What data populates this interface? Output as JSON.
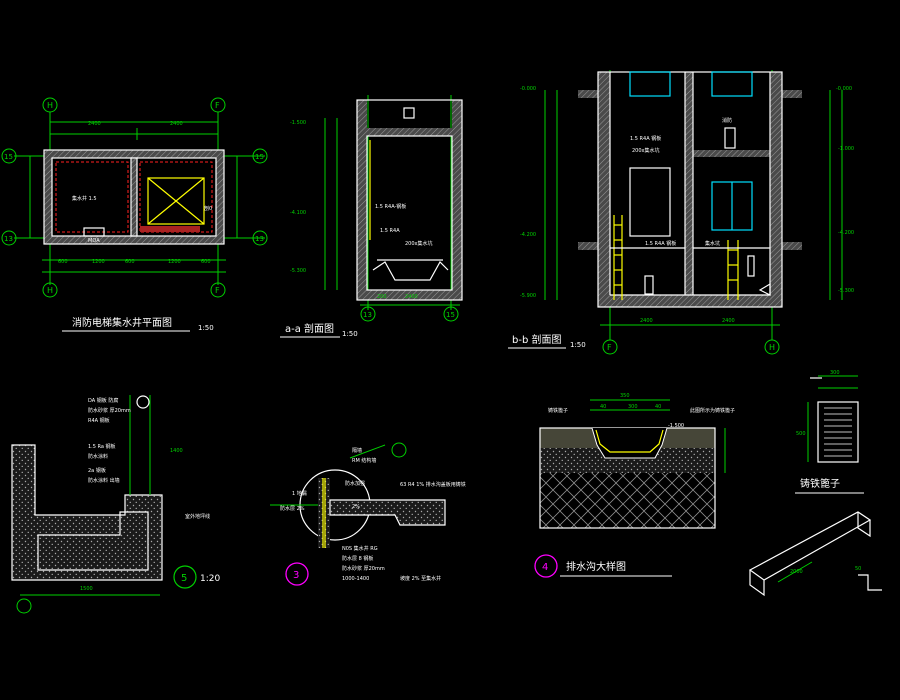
{
  "drawing": {
    "plan": {
      "title": "消防电梯集水井平面图",
      "scale": "1:50",
      "grid_labels": [
        "H",
        "F",
        "15",
        "13"
      ]
    },
    "section_aa": {
      "title": "a-a 剖面图",
      "scale": "1:50",
      "grid_labels": [
        "13",
        "15"
      ]
    },
    "section_bb": {
      "title": "b-b 剖面图",
      "scale": "1:50",
      "grid_labels": [
        "F",
        "H"
      ]
    },
    "detail5": {
      "number": "5",
      "scale": "1:20"
    },
    "detail3": {
      "number": "3"
    },
    "detail4": {
      "number": "4",
      "title": "排水沟大样图"
    },
    "grate": {
      "title": "铸铁篦子"
    }
  },
  "colors": {
    "background": "#000000",
    "dimension": "#00d000",
    "wall": "#ffffff",
    "hatch": "#7a7a7a",
    "accent_red": "#ff2020",
    "accent_yellow": "#ffff00",
    "accent_cyan": "#00e0ff",
    "detail_circle": "#ff00ff",
    "detail_circle_green": "#00d000"
  }
}
